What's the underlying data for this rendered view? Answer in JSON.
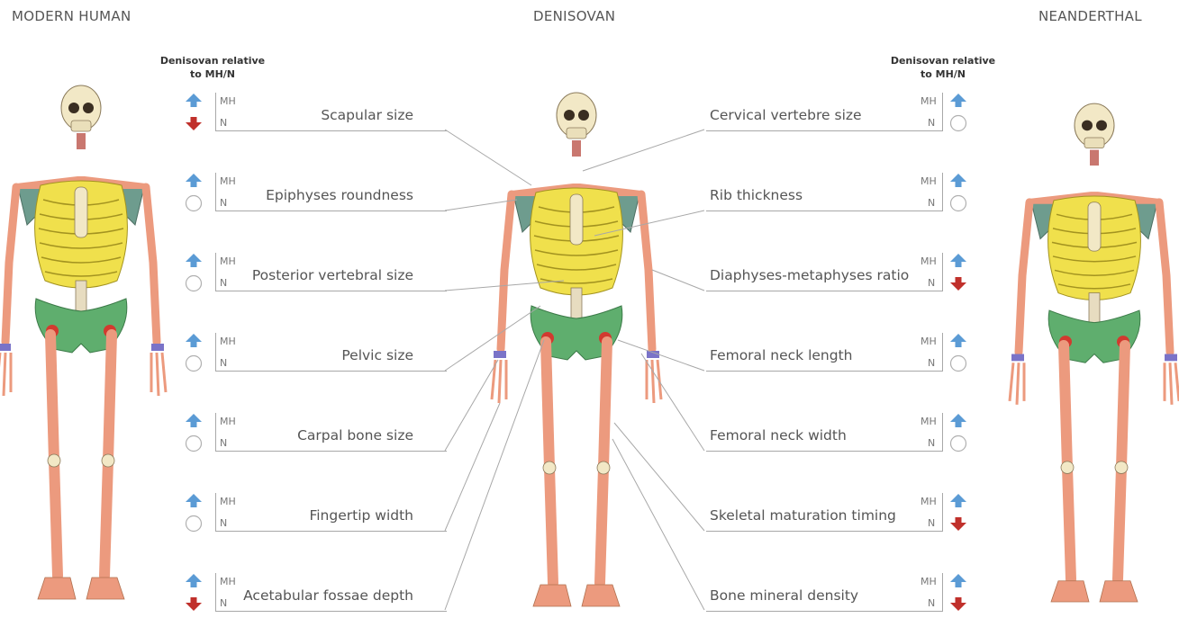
{
  "headers": {
    "modern_human": "MODERN HUMAN",
    "denisovan": "DENISOVAN",
    "neanderthal": "NEANDERTHAL"
  },
  "legend_title": {
    "line1": "Denisovan relative",
    "line2": "to MH/N"
  },
  "mh_label": "MH",
  "n_label": "N",
  "indicator_meaning": {
    "up-arrow-icon": "higher",
    "down-arrow-icon": "lower",
    "circle-icon": "similar"
  },
  "colors": {
    "up_arrow": "#5b9bd5",
    "down_arrow": "#c0302b",
    "neutral_circle": "#b0b0b0",
    "ribs": "#f0e04c",
    "pelvis_scapula": "#5fae6e",
    "long_bones": "#ec9a7e",
    "skull": "#f2e8c6",
    "vertebrae": "#c9776f"
  },
  "left_traits": [
    {
      "label": "Scapular size",
      "mh": "up",
      "n": "down"
    },
    {
      "label": "Epiphyses roundness",
      "mh": "up",
      "n": "same"
    },
    {
      "label": "Posterior vertebral size",
      "mh": "up",
      "n": "same"
    },
    {
      "label": "Pelvic size",
      "mh": "up",
      "n": "same"
    },
    {
      "label": "Carpal bone size",
      "mh": "up",
      "n": "same"
    },
    {
      "label": "Fingertip width",
      "mh": "up",
      "n": "same"
    },
    {
      "label": "Acetabular fossae depth",
      "mh": "up",
      "n": "down"
    }
  ],
  "right_traits": [
    {
      "label": "Cervical vertebre size",
      "mh": "up",
      "n": "same"
    },
    {
      "label": "Rib thickness",
      "mh": "up",
      "n": "same"
    },
    {
      "label": "Diaphyses-metaphyses ratio",
      "mh": "up",
      "n": "down"
    },
    {
      "label": "Femoral neck length",
      "mh": "up",
      "n": "same"
    },
    {
      "label": "Femoral neck width",
      "mh": "up",
      "n": "same"
    },
    {
      "label": "Skeletal maturation timing",
      "mh": "up",
      "n": "down"
    },
    {
      "label": "Bone mineral density",
      "mh": "up",
      "n": "down"
    }
  ]
}
